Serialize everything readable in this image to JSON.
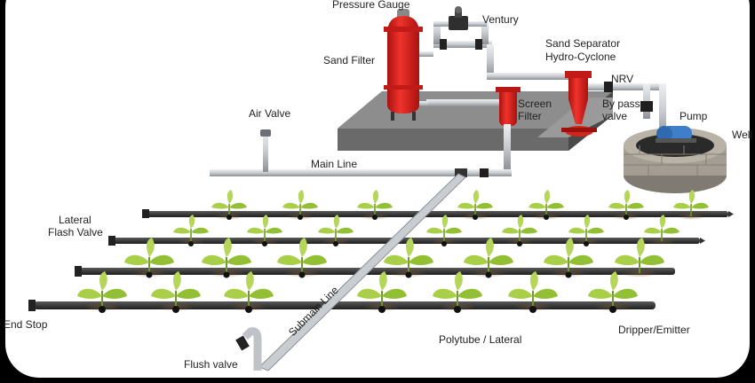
{
  "labels": {
    "pressure_gauge": "Pressure Gauge",
    "venturi": "Ventury",
    "sand_filter": "Sand Filter",
    "sand_separator_1": "Sand Separator",
    "sand_separator_2": "Hydro-Cyclone",
    "nrv": "NRV",
    "screen_filter_1": "Screen",
    "screen_filter_2": "Filter",
    "bypass_1": "By pass",
    "bypass_2": "valve",
    "pump": "Pump",
    "well": "Well",
    "air_valve": "Air Valve",
    "main_line": "Main Line",
    "lateral_flash_1": "Lateral",
    "lateral_flash_2": "Flash Valve",
    "end_stop": "End Stop",
    "submain_line": "Submain Line",
    "polytube": "Polytube / Lateral",
    "dripper": "Dripper/Emitter",
    "flush_valve": "Flush valve"
  },
  "colors": {
    "frame": "#000000",
    "background": "#ffffff",
    "platform_top": "#8a8a8a",
    "platform_side": "#5e5e5e",
    "pipe": "#cfd3d6",
    "pipe_edge": "#8c9095",
    "filter_red": "#e0221f",
    "lateral": "#3a3a3a",
    "leaf": "#9bc53d",
    "stone": "#9a948c"
  }
}
